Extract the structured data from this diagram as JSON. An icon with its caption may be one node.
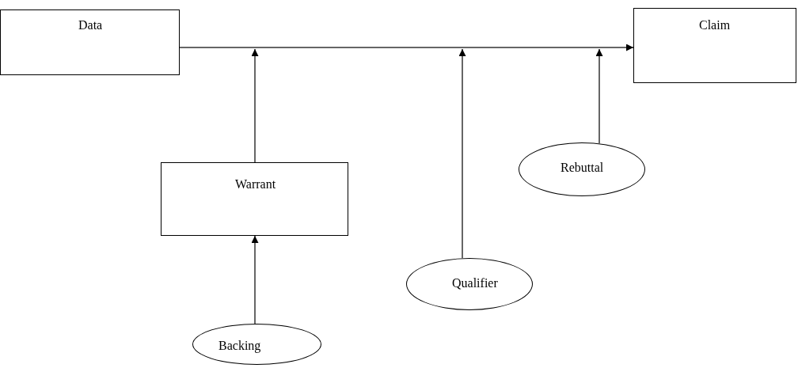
{
  "diagram": {
    "nodes": [
      {
        "text": [
          "Data"
        ]
      },
      {
        "text": [
          "Claim"
        ]
      },
      {
        "text": [
          "Warrant"
        ]
      },
      {
        "text": [
          "Rebuttal"
        ]
      },
      {
        "text": [
          "Qualifier"
        ]
      },
      {
        "text": [
          "Backing"
        ]
      }
    ],
    "edges": [
      {
        "from": 0,
        "to": 1,
        "arrow": "to"
      },
      {
        "from": 2,
        "to": null,
        "arrow": "to"
      },
      {
        "from": 4,
        "to": null,
        "arrow": "to"
      },
      {
        "from": 3,
        "to": null,
        "arrow": "to"
      },
      {
        "from": 5,
        "to": 2,
        "arrow": "to"
      }
    ]
  }
}
